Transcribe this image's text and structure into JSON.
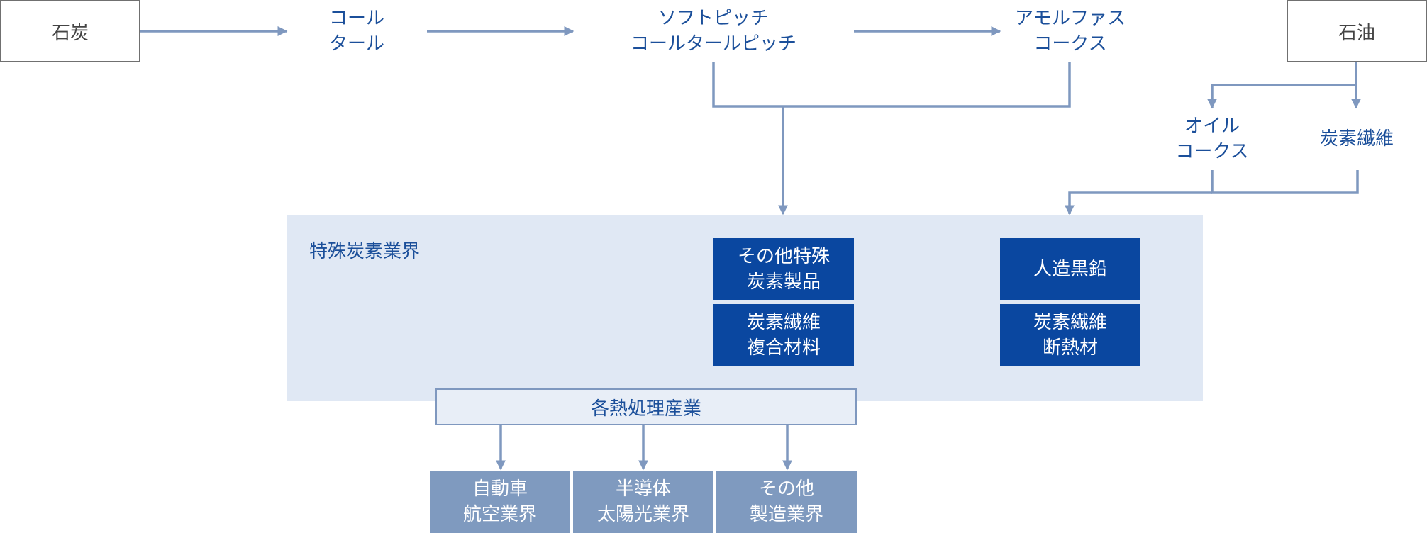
{
  "sources": {
    "coal": "石炭",
    "oil": "石油"
  },
  "chain": {
    "coal_tar": "コール\nタール",
    "pitch": "ソフトピッチ\nコールタールピッチ",
    "amorphous_coke": "アモルファス\nコークス"
  },
  "oil_products": {
    "oil_coke": "オイル\nコークス",
    "carbon_fiber": "炭素繊維"
  },
  "industry": {
    "title": "特殊炭素業界",
    "products_left": [
      "その他特殊\n炭素製品",
      "炭素繊維\n複合材料"
    ],
    "products_right": [
      "人造黒鉛",
      "炭素繊維\n断熱材"
    ]
  },
  "heat_treatment": "各熱処理産業",
  "end_users": [
    "自動車\n航空業界",
    "半導体\n太陽光業界",
    "その他\n製造業界"
  ],
  "colors": {
    "connector": "#7f98bf",
    "product_fill": "#0a47a0",
    "panel_fill": "#e0e8f4",
    "end_fill": "#7f9abf",
    "label_text": "#1b4f9a"
  }
}
